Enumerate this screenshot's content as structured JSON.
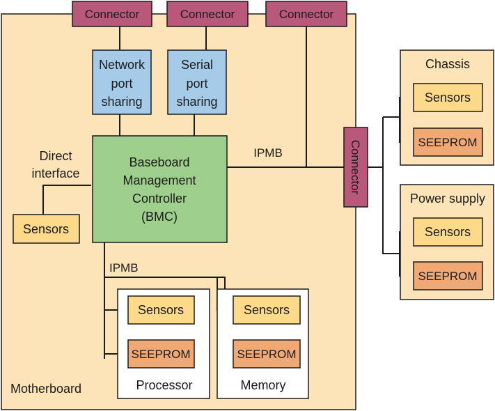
{
  "colors": {
    "motherboard_fill": "#fde4b8",
    "connector_fill": "#b9587a",
    "network_fill": "#a6cbe9",
    "bmc_fill": "#9fcf8c",
    "sensors_fill": "#fdd98a",
    "seeprom_fill": "#f0a875",
    "line": "#1a1a1a"
  },
  "top_connectors": [
    "Connector",
    "Connector",
    "Connector"
  ],
  "network_port": [
    "Network",
    "port",
    "sharing"
  ],
  "serial_port": [
    "Serial",
    "port",
    "sharing"
  ],
  "direct_interface": [
    "Direct",
    "interface"
  ],
  "bmc": [
    "Baseboard",
    "Management",
    "Controller",
    "(BMC)"
  ],
  "ipmb_right": "IPMB",
  "ipmb_bottom": "IPMB",
  "mb_sensors": "Sensors",
  "motherboard": "Motherboard",
  "processor": {
    "title": "Processor",
    "sensors": "Sensors",
    "seeprom": "SEEPROM"
  },
  "memory": {
    "title": "Memory",
    "sensors": "Sensors",
    "seeprom": "SEEPROM"
  },
  "side_connector": "Connector",
  "chassis": {
    "title": "Chassis",
    "sensors": "Sensors",
    "seeprom": "SEEPROM"
  },
  "power_supply": {
    "title": "Power supply",
    "sensors": "Sensors",
    "seeprom": "SEEPROM"
  }
}
